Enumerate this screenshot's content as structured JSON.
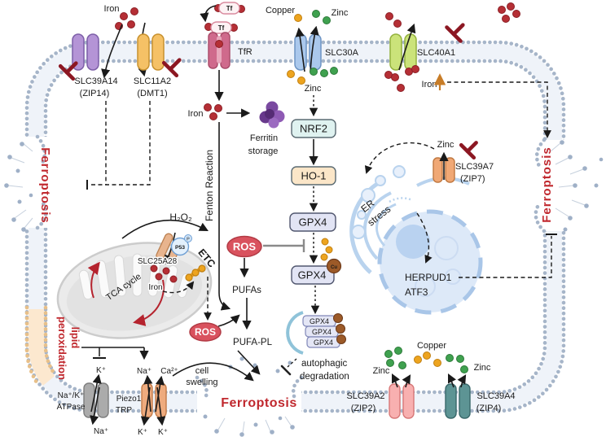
{
  "title": "Ferroptosis metal transport pathway diagram",
  "membrane_top": {
    "iron_label": "Iron",
    "slc39a14": {
      "name": "SLC39A14",
      "alias": "(ZIP14)"
    },
    "slc11a2": {
      "name": "SLC11A2",
      "alias": "(DMT1)"
    },
    "tf_top": "Tf",
    "tf_bound": "Tf",
    "tfr": "TfR",
    "copper_label": "Copper",
    "zinc_label": "Zinc",
    "slc30a": "SLC30A",
    "zinc_below": "Zinc",
    "slc40a1": "SLC40A1",
    "iron_up": "Iron"
  },
  "left_edge": {
    "ferroptosis": "Ferroptosis"
  },
  "right_edge": {
    "ferroptosis": "Ferroptosis"
  },
  "center": {
    "iron": "Iron",
    "ferritin_line1": "Ferritin",
    "ferritin_line2": "storage",
    "fenton": "Fenton Reaction",
    "h2o2": "H₂O₂",
    "nrf2": "NRF2",
    "ho1": "HO-1",
    "gpx4": "GPX4",
    "gpx4_cu": "GPX4",
    "cu": "Cu",
    "gpx4_stack": [
      "GPX4",
      "GPX4",
      "GPX4"
    ],
    "autophagic_line1": "autophagic",
    "autophagic_line2": "degradation",
    "ros_upper": "ROS",
    "ros_lower": "ROS",
    "pufas": "PUFAs",
    "pufa_pl": "PUFA-PL"
  },
  "mitochondria": {
    "tca": "TCA cycle",
    "slc25a28": "SLC25A28",
    "p53": "P53",
    "p_badge": "P",
    "iron": "Iron",
    "etc": "ETC"
  },
  "er_nucleus": {
    "zinc": "Zinc",
    "slc39a7": "SLC39A7",
    "zip7": "(ZIP7)",
    "er_line1": "ER",
    "er_line2": "stress",
    "herpud1": "HERPUD1",
    "atf3": "ATF3"
  },
  "bottom": {
    "lipid_line1": "lipid",
    "lipid_line2": "peroxidation",
    "k_above": "K⁺",
    "na_below": "Na⁺",
    "atpase_line1": "Na⁺/K⁺",
    "atpase_line2": "ATPase",
    "piezo_line1": "Piezo1",
    "piezo_line2": "TRP",
    "na_above": "Na⁺",
    "ca_above": "Ca²⁺",
    "k_below_1": "K⁺",
    "k_below_2": "K⁺",
    "cell_line1": "cell",
    "cell_line2": "swelling",
    "ferroptosis": "Ferroptosis",
    "slc39a2": "SLC39A2",
    "zip2": "(ZIP2)",
    "zinc_left": "Zinc",
    "copper": "Copper",
    "slc39a4": "SLC39A4",
    "zip4": "(ZIP4)",
    "zinc_right": "Zinc"
  },
  "colors": {
    "membrane_dot": "#a6b5c9",
    "iron_dot": "#b52f35",
    "zinc_dot": "#3fa14f",
    "copper_dot": "#eda41f",
    "inhibitor": "#8c1722",
    "ros": "#d9525e",
    "red_text": "#c0282e",
    "nrf2_box": "#dff2f0",
    "ho1_box": "#fbe6c8",
    "gpx4_box": "#e2e4f4",
    "cu_dot": "#9c5a28"
  }
}
